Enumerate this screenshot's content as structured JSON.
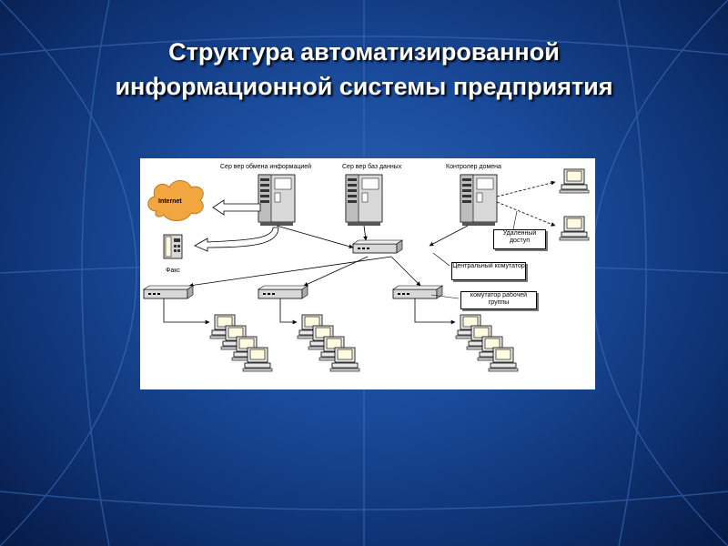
{
  "title": {
    "line1": "Структура автоматизированной",
    "line2": "информационной системы предприятия"
  },
  "diagram": {
    "labels": {
      "exchange_server": "Сер вер обмена информацией",
      "db_server": "Сер вер баз данных",
      "domain_controller": "Контролер домена",
      "internet": "Internet",
      "fax": "Факс",
      "remote_access": "Удаленный доступ",
      "central_switch": "Центральный комутатор",
      "workgroup_switch": "комутатор рабочей группы"
    }
  },
  "colors": {
    "background": "#1a4a9a",
    "title": "#ffffff",
    "cloud": "#f2a640",
    "device": "#d8d8d8"
  }
}
